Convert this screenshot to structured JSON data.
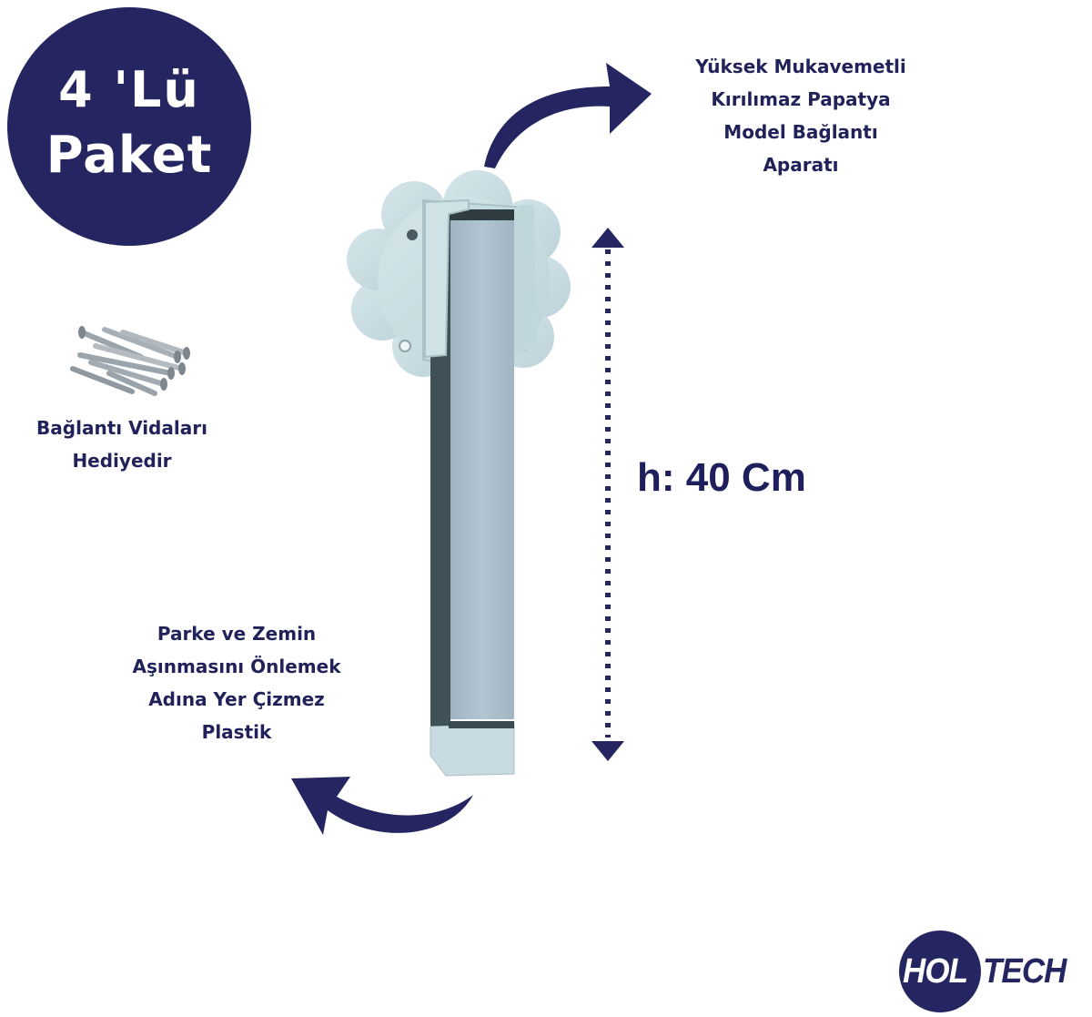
{
  "badge": {
    "line1": "4 'Lü",
    "line2": "Paket"
  },
  "callouts": {
    "top": {
      "lines": [
        "Yüksek Mukavemetli",
        "Kırılımaz Papatya",
        "Model Bağlantı",
        "Aparatı"
      ]
    },
    "screws": {
      "lines": [
        "Bağlantı Vidaları",
        "Hediyedir"
      ]
    },
    "bottom": {
      "lines": [
        "Parke ve Zemin",
        "Aşınmasını Önlemek",
        "Adına Yer Çizmez",
        "Plastik"
      ]
    }
  },
  "dimension": {
    "label": "h: 40 Cm"
  },
  "logo": {
    "left": "HOL",
    "right": "TECH"
  },
  "colors": {
    "brand_navy": "#252562",
    "text_navy": "#22225a",
    "plastic_light_blue": "#c9dfe3",
    "leg_steel": "#a9bccb",
    "leg_shadow": "#3f5058"
  },
  "icons": {
    "top_arrow": "curved-arrow-right-icon",
    "bottom_arrow": "curved-arrow-left-icon",
    "dimension": "double-headed-dotted-arrow-icon",
    "screws": "screws-icon"
  }
}
